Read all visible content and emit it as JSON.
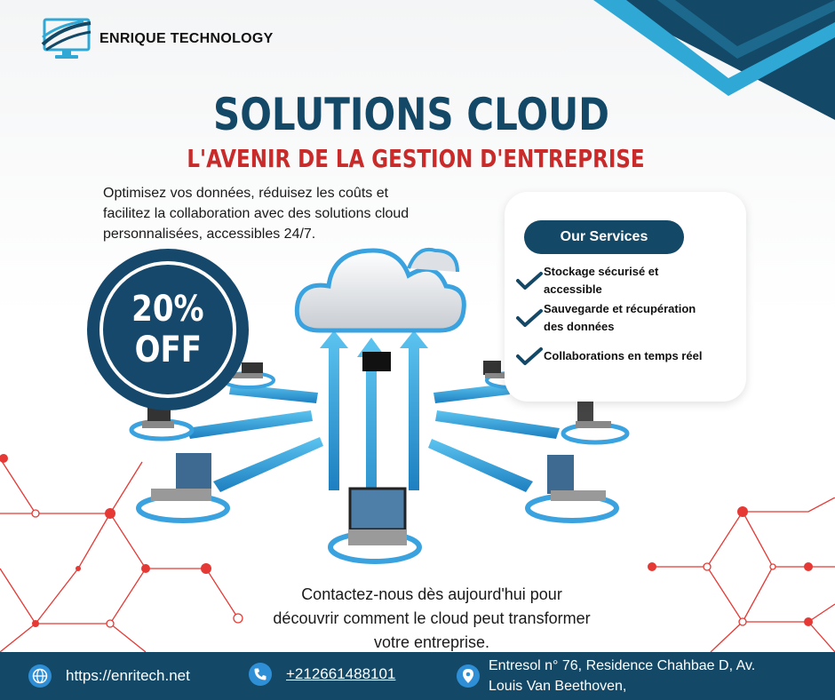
{
  "brand": {
    "name": "ENRIQUE TECHNOLOGY"
  },
  "headline": {
    "title": "SOLUTIONS CLOUD",
    "subtitle": "L'AVENIR DE LA GESTION D'ENTREPRISE"
  },
  "intro": {
    "line1": "Optimisez vos données, réduisez les coûts et",
    "line2": "facilitez la collaboration avec des solutions cloud",
    "line3": "personnalisées, accessibles 24/7."
  },
  "offer": {
    "percent": "20%",
    "label": "OFF"
  },
  "services": {
    "heading": "Our Services",
    "items": [
      {
        "line1": "Stockage sécurisé et",
        "line2": "accessible"
      },
      {
        "line1": "Sauvegarde et récupération",
        "line2": "des données"
      },
      {
        "line1": "Collaborations en temps réel",
        "line2": ""
      }
    ]
  },
  "contact": {
    "line1": "Contactez-nous dès aujourd'hui pour",
    "line2": "découvrir comment le cloud peut transformer",
    "line3": "votre entreprise."
  },
  "footer": {
    "website": "https://enritech.net",
    "phone": "+212661488101",
    "address_line1": "Entresol n° 76, Residence Chahbae D, Av.",
    "address_line2": "Louis Van Beethoven,"
  },
  "colors": {
    "navy": "#134866",
    "red": "#c92a2a",
    "cyan": "#2fa8d6",
    "hex_red": "#e53935"
  },
  "icons": [
    "monitor-logo-icon",
    "globe-icon",
    "phone-icon",
    "location-pin-icon",
    "check-icon",
    "cloud-icon",
    "laptop-icon"
  ]
}
